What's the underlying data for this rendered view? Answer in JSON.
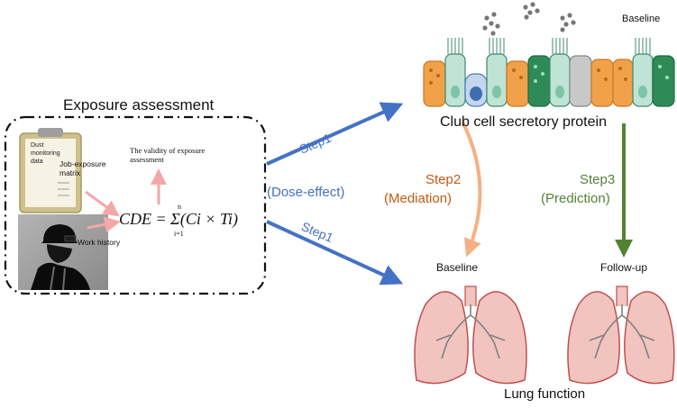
{
  "exposure": {
    "title": "Exposure assessment",
    "clipboard_text": "Dust monitoring data",
    "job_exposure_matrix": "Job-exposure matrix",
    "validity": "The validity of exposure assessment",
    "work_history": "Work history",
    "formula": "CDE = Σ(Ci × Ti)",
    "formula_upper": "n",
    "formula_lower": "i=1"
  },
  "steps": {
    "step1_top": "Step1",
    "dose_effect": "(Dose-effect)",
    "step1_bottom": "Step1",
    "step2": "Step2",
    "mediation": "(Mediation)",
    "step3": "Step3",
    "prediction": "(Prediction)"
  },
  "cells": {
    "baseline": "Baseline",
    "label": "Club cell secretory protein"
  },
  "lungs": {
    "baseline": "Baseline",
    "followup": "Follow-up",
    "label": "Lung function"
  },
  "colors": {
    "blue_arrow": "#4472c4",
    "orange_arrow": "#f4b183",
    "green_arrow": "#548235",
    "pink_arrow": "#f4a7a7",
    "step1_text": "#4472c4",
    "step2_text": "#c55a11",
    "step3_text": "#548235",
    "lung_fill": "#f2c4c0",
    "lung_stroke": "#c0504d"
  }
}
